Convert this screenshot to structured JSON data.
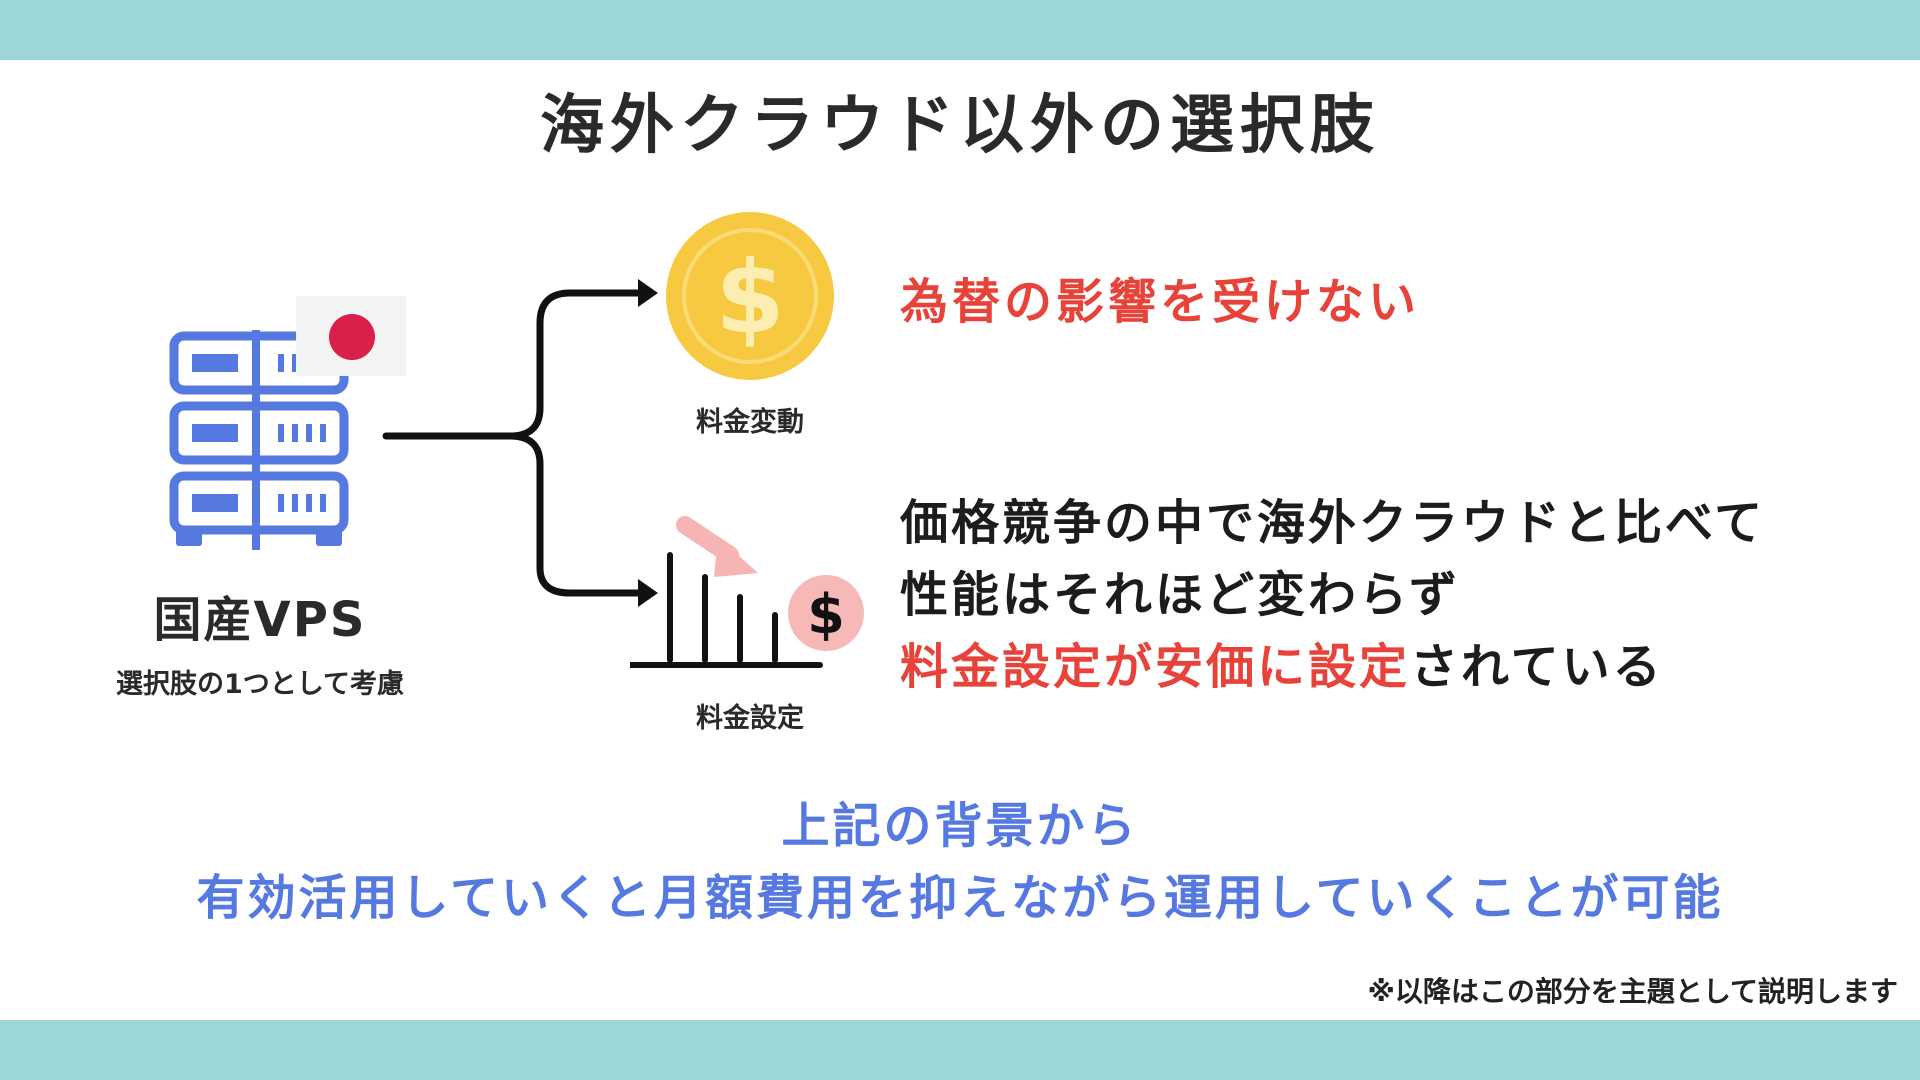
{
  "title": "海外クラウド以外の選択肢",
  "colors": {
    "band": "#9dd6d6",
    "server_icon": "#5579e0",
    "flag_disc": "#d8204a",
    "coin": "#f7c940",
    "emphasis_red": "#e8433a",
    "conclusion_blue": "#5579e0"
  },
  "vps": {
    "label": "国産VPS",
    "sub": "選択肢の1つとして考慮",
    "icon": "server-rack-icon",
    "flag": "japan-flag-icon"
  },
  "branches": {
    "coin_label": "料金変動",
    "coin_icon": "dollar-coin-icon",
    "price_label": "料金設定",
    "price_icon": "price-decrease-chart-icon"
  },
  "points": {
    "first": "為替の影響を受けない",
    "second_line1": "価格競争の中で海外クラウドと比べて",
    "second_line2": "性能はそれほど変わらず",
    "second_line3_red": "料金設定が安価に設定",
    "second_line3_rest": "されている"
  },
  "conclusion": {
    "line1": "上記の背景から",
    "line2": "有効活用していくと月額費用を抑えながら運用していくことが可能"
  },
  "note": "※以降はこの部分を主題として説明します"
}
